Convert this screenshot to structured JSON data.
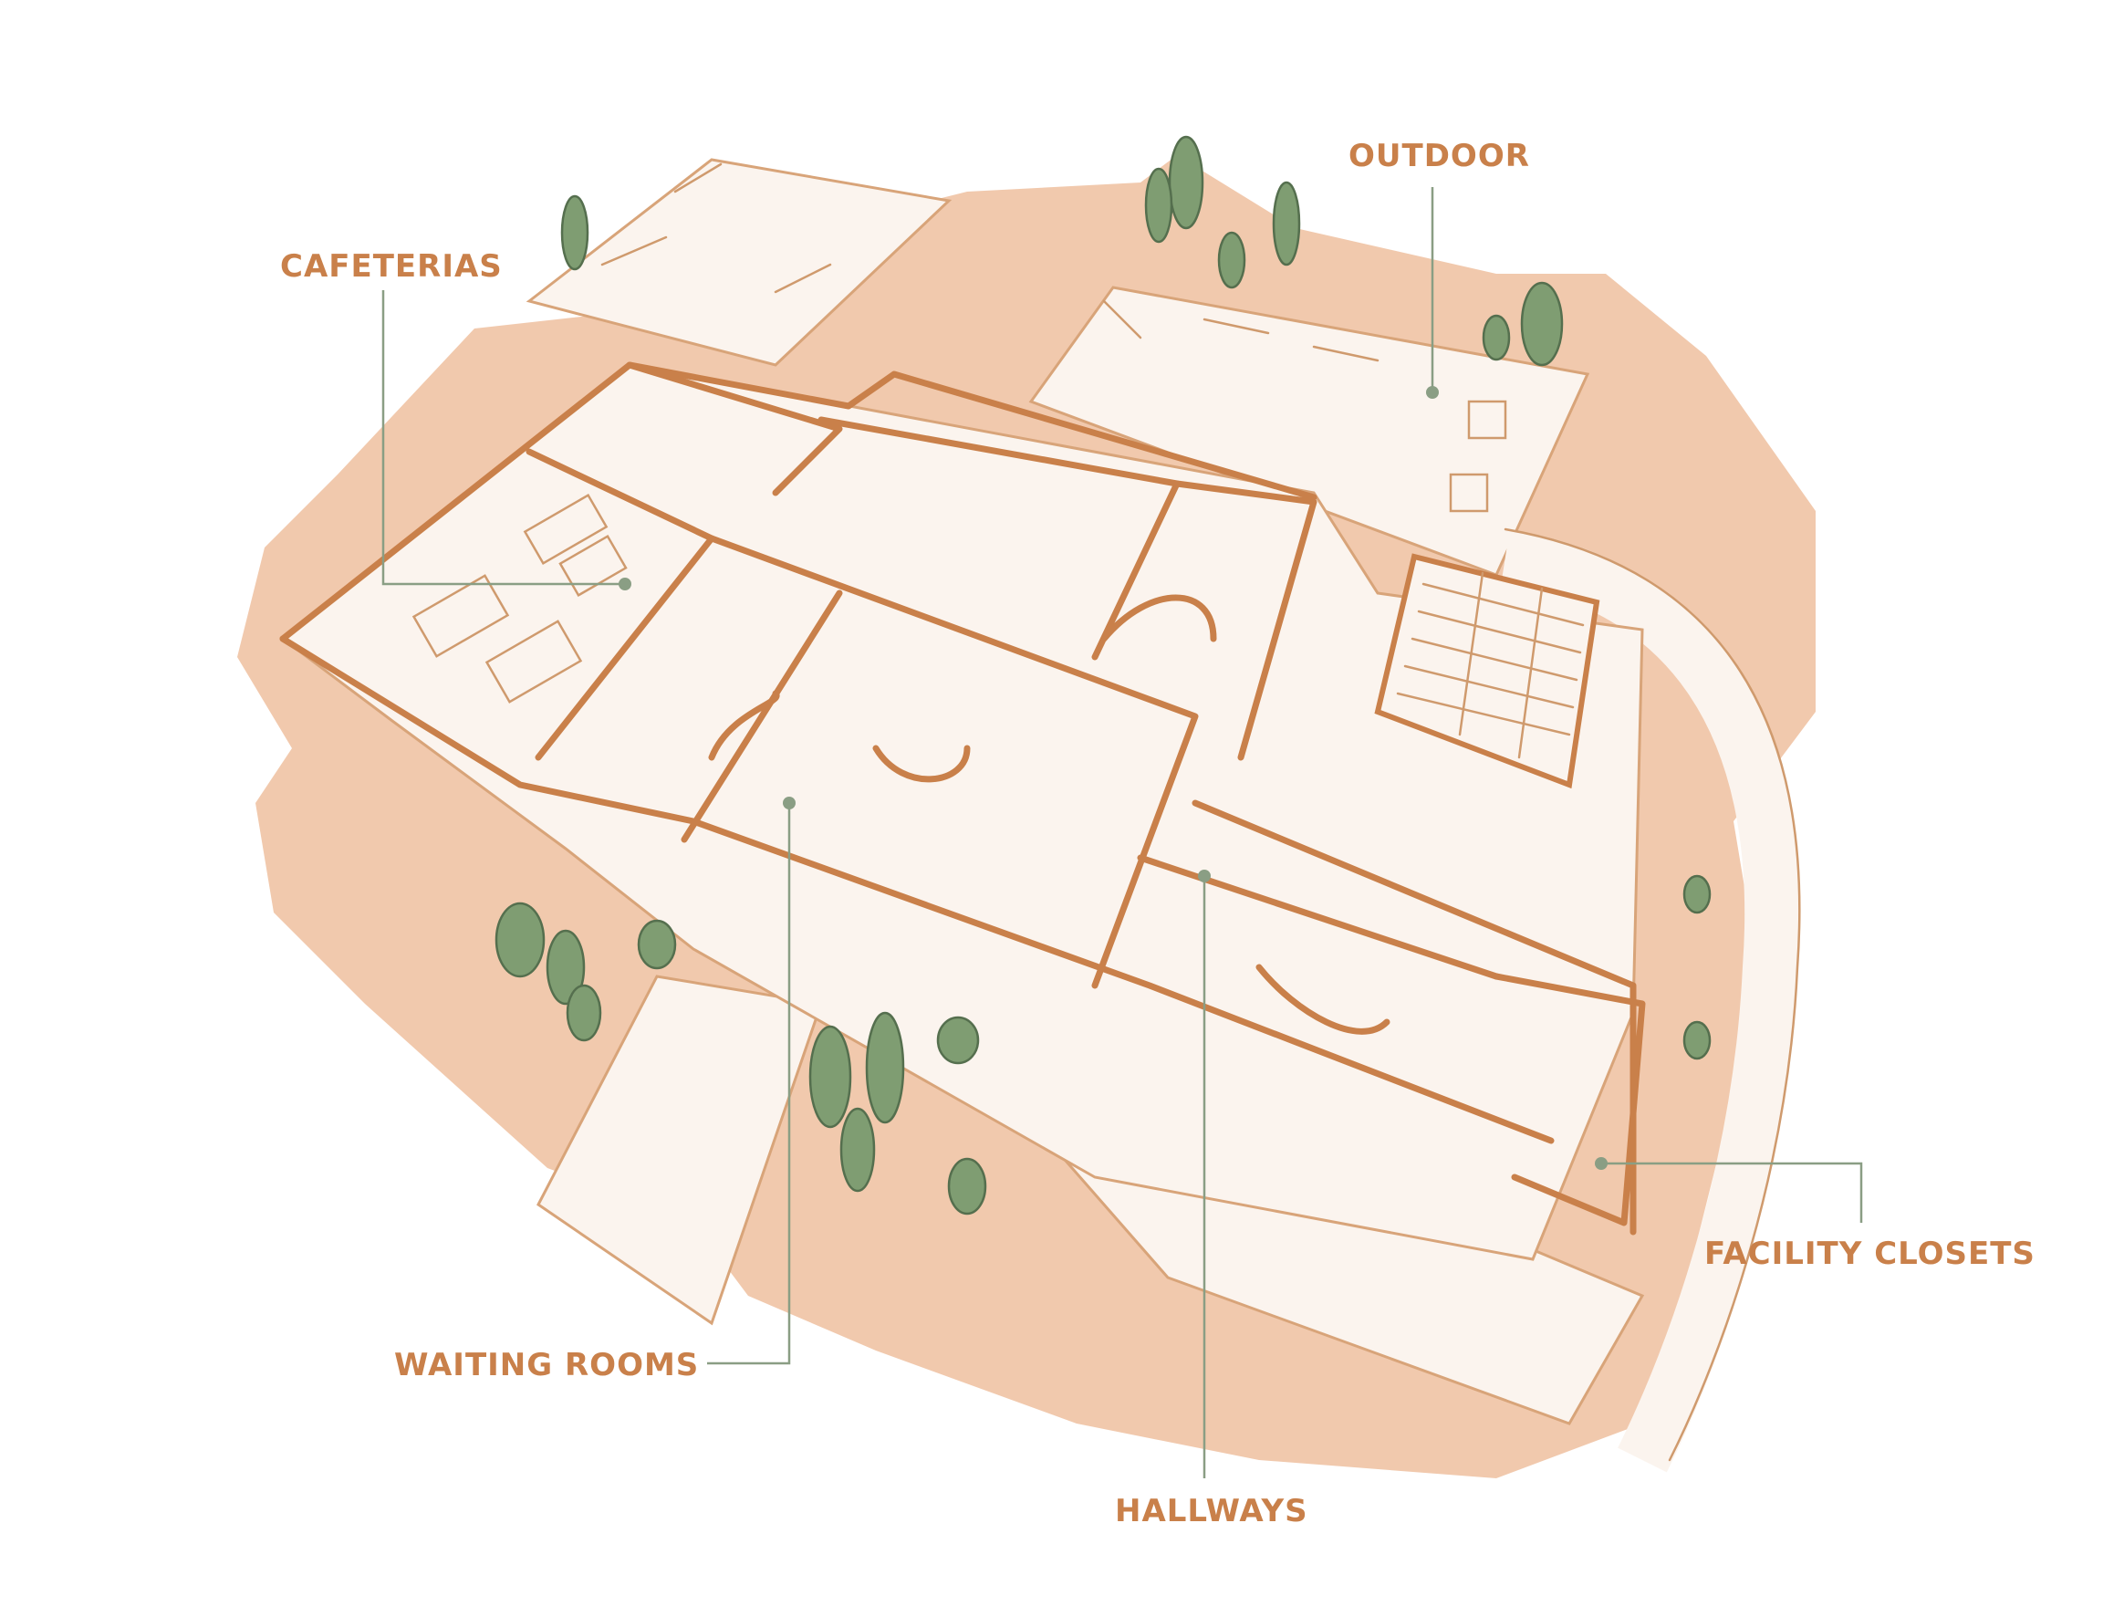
{
  "labels": {
    "cafeterias": "CAFETERIAS",
    "outdoor": "OUTDOOR",
    "waiting_rooms": "WAITING ROOMS",
    "hallways": "HALLWAYS",
    "facility_closets": "FACILITY CLOSETS"
  },
  "colors": {
    "label": "#c9804a",
    "leader": "#8a9e84",
    "ground_blob": "#f1c9ad",
    "floor": "#fbf4ee",
    "wall": "#c9804a",
    "tree": "#7f9d72"
  }
}
